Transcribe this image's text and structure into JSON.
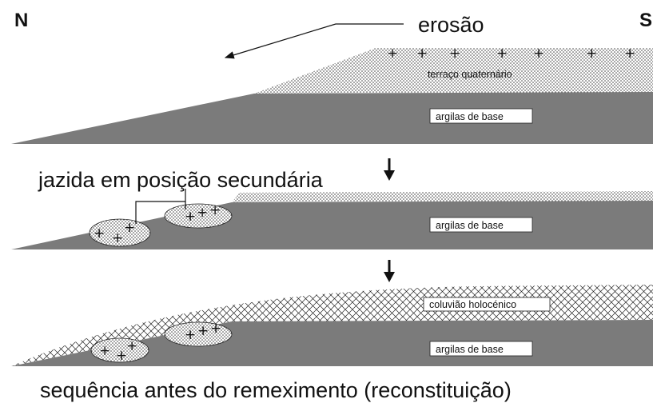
{
  "compass": {
    "north": "N",
    "south": "S"
  },
  "labels": {
    "erosion": "erosão",
    "terrace": "terraço quaternário",
    "clay_base": "argilas de base",
    "secondary_deposit": "jazida em posição secundária",
    "colluvium": "coluvião holocénico",
    "caption": "sequência antes do remeximento (reconstituição)"
  },
  "artifact_marker": "+",
  "colors": {
    "clay": "#7b7b7b",
    "ink": "#111111",
    "background": "#ffffff"
  }
}
